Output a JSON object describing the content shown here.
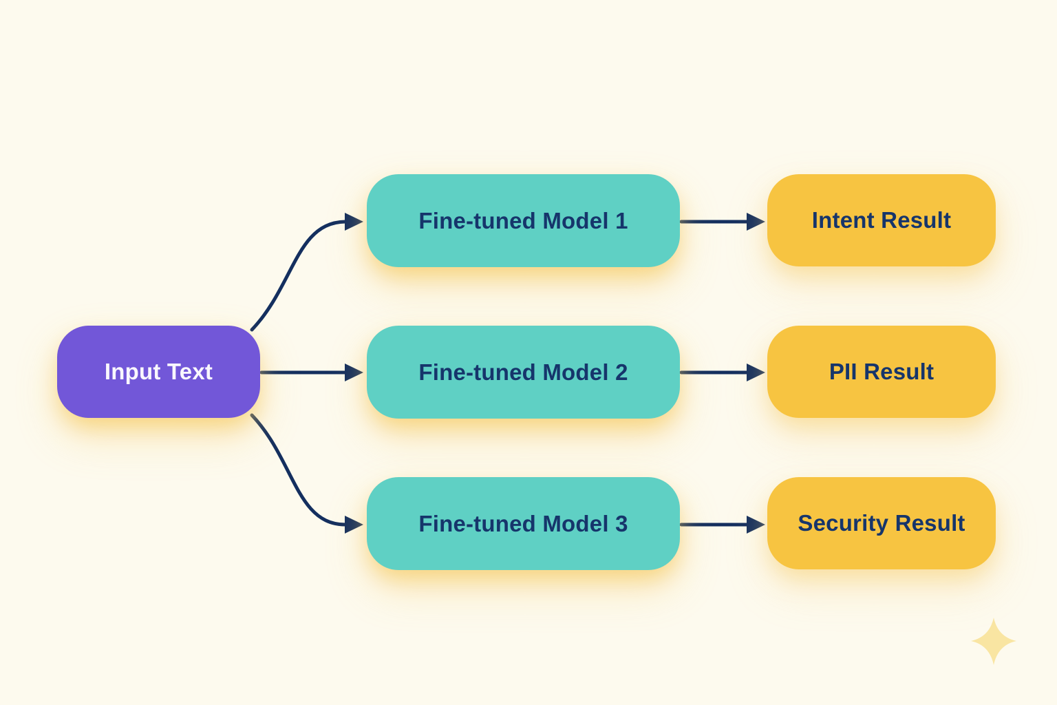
{
  "colors": {
    "bg": "#fdfaee",
    "purple": "#7257d8",
    "teal": "#5fd0c4",
    "yellow": "#f7c441",
    "navy": "#16356b",
    "arrow": "#142f5f",
    "inputText": "#f9f7fd",
    "sparkle": "#f9e5a2"
  },
  "diagram": {
    "input": {
      "label": "Input Text"
    },
    "models": [
      {
        "label": "Fine-tuned Model 1"
      },
      {
        "label": "Fine-tuned Model 2"
      },
      {
        "label": "Fine-tuned Model 3"
      }
    ],
    "results": [
      {
        "label": "Intent Result"
      },
      {
        "label": "PII Result"
      },
      {
        "label": "Security Result"
      }
    ],
    "decorations": {
      "sparkle_icon": "✦"
    }
  }
}
